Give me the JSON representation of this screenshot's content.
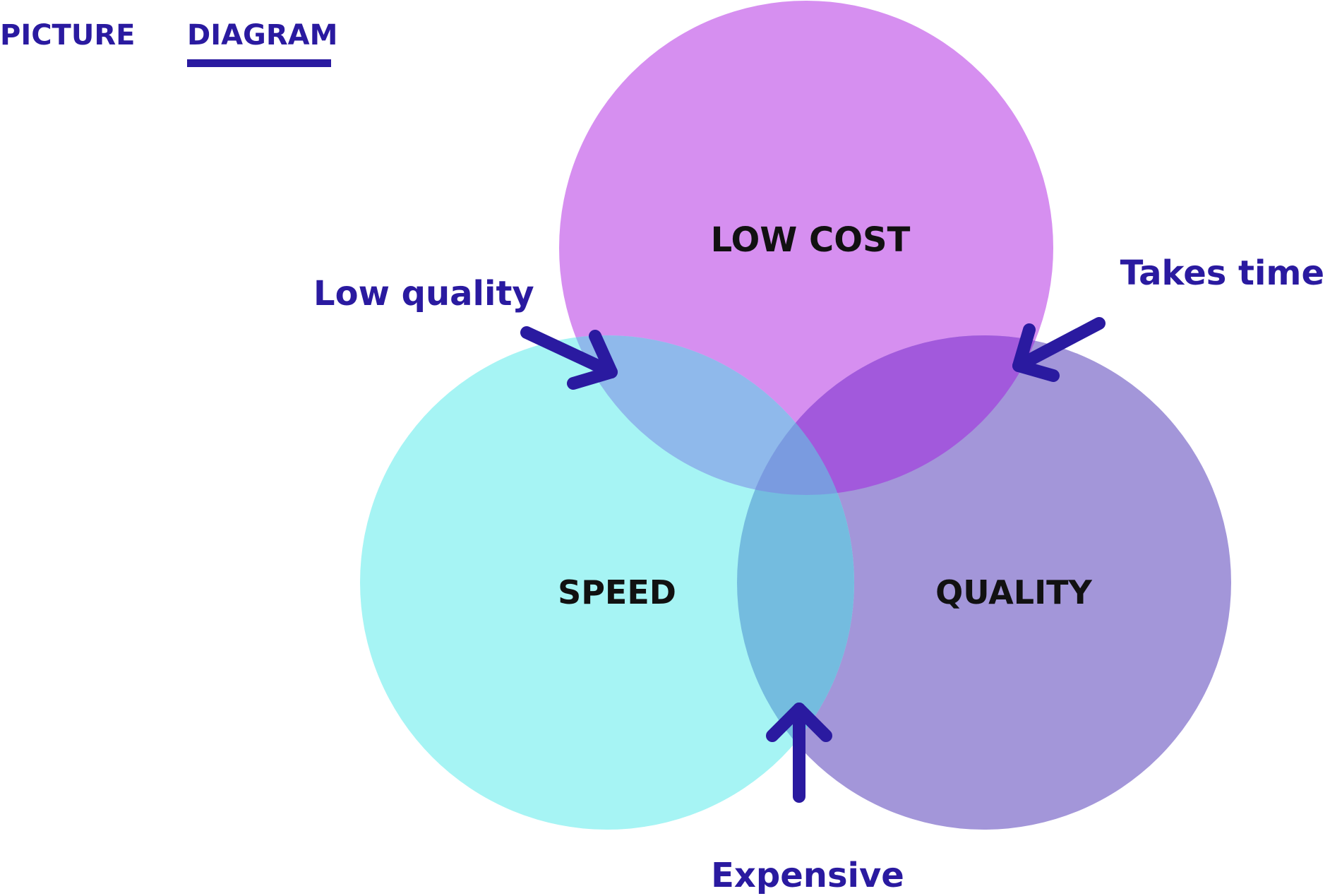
{
  "tabs": {
    "picture": "PICTURE",
    "diagram": "DIAGRAM",
    "active": "DIAGRAM"
  },
  "diagram": {
    "circles": {
      "low_cost": {
        "label": "LOW COST",
        "color": "#d68ff0"
      },
      "speed": {
        "label": "SPEED",
        "color": "#a6f4f4"
      },
      "quality": {
        "label": "QUALITY",
        "color": "#a396d9"
      }
    },
    "overlaps": {
      "speed_low_cost": "#8fb9eb",
      "low_cost_quality": "#a259dc",
      "speed_quality": "#74bcdf",
      "center": "#7a9be0"
    },
    "annotations": {
      "low_quality": "Low quality",
      "takes_time": "Takes time",
      "expensive": "Expensive"
    },
    "accent_color": "#2a1aa0",
    "label_color": "#111111"
  }
}
